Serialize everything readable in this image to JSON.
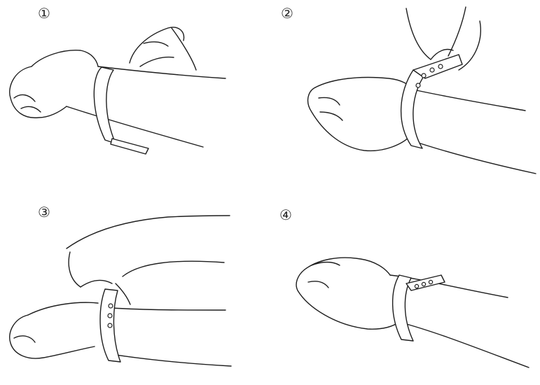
{
  "steps": [
    {
      "number": "①"
    },
    {
      "number": "②"
    },
    {
      "number": "③"
    },
    {
      "number": "④"
    }
  ]
}
